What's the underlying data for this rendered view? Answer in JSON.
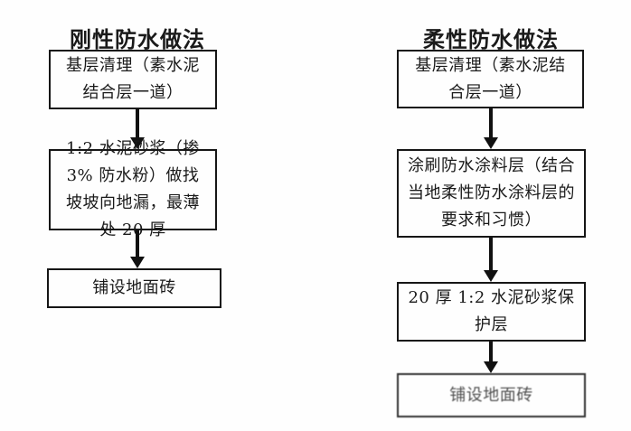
{
  "flowchart": {
    "left": {
      "title": "刚性防水做法",
      "steps": [
        "基层清理（素水泥结合层一道）",
        "1:2 水泥砂浆（掺 3% 防水粉）做找坡坡向地漏，最薄处 20 厚",
        "铺设地面砖"
      ]
    },
    "right": {
      "title": "柔性防水做法",
      "steps": [
        "基层清理（素水泥结合层一道）",
        "涂刷防水涂料层（结合当地柔性防水涂料层的要求和习惯）",
        "20 厚 1:2 水泥砂浆保护层",
        "铺设地面砖"
      ]
    },
    "colors": {
      "line": "#111111",
      "text": "#1a1a1a",
      "background": "#fefefe"
    }
  }
}
